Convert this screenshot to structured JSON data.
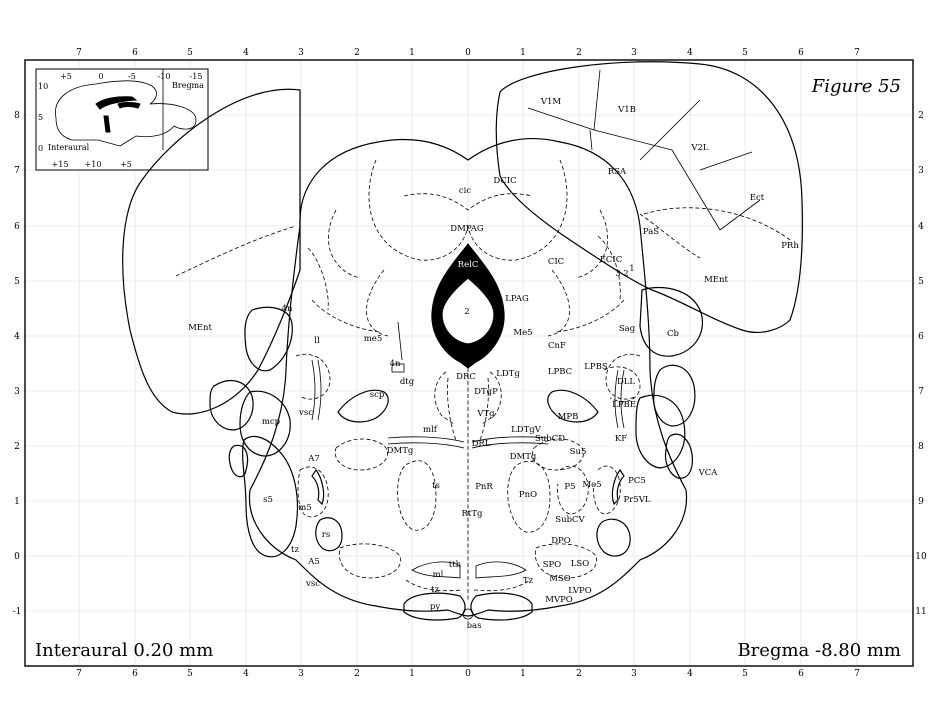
{
  "figure_title": "Figure 55",
  "interaural_caption": "Interaural 0.20 mm",
  "bregma_caption": "Bregma -8.80 mm",
  "top_ticks": [
    "7",
    "6",
    "5",
    "4",
    "3",
    "2",
    "1",
    "0",
    "1",
    "2",
    "3",
    "4",
    "5",
    "6",
    "7"
  ],
  "bottom_ticks": [
    "7",
    "6",
    "5",
    "4",
    "3",
    "2",
    "1",
    "0",
    "1",
    "2",
    "3",
    "4",
    "5",
    "6",
    "7"
  ],
  "left_ticks": [
    "8",
    "7",
    "6",
    "5",
    "4",
    "3",
    "2",
    "1",
    "0",
    "-1"
  ],
  "right_ticks": [
    "2",
    "3",
    "4",
    "5",
    "6",
    "7",
    "8",
    "9",
    "10",
    "11"
  ],
  "inset": {
    "top_ticks": [
      "+5",
      "0",
      "-5",
      "-10",
      "-15"
    ],
    "bottom_ticks": [
      "+15",
      "+10",
      "+5"
    ],
    "left_ticks": [
      "10",
      "5",
      "0"
    ],
    "bregma_label": "Bregma",
    "interaural_label": "Interaural"
  },
  "regions": {
    "v1m": "V1M",
    "v1b": "V1B",
    "v2l": "V2L",
    "rsa": "RSA",
    "ect": "Ect",
    "prh": "PRh",
    "ment_r": "MEnt",
    "ment_l": "MEnt",
    "pas": "PaS",
    "dcic": "DCIC",
    "cic_lbl": "cic",
    "dmpag": "DMPAG",
    "cic": "CIC",
    "ecic": "ECIC",
    "ecic3": "3",
    "ecic2": "2",
    "ecic1": "1",
    "relc": "RelC",
    "aq2": "2",
    "lpag": "LPAG",
    "me5_r": "Me5",
    "me5_l": "me5",
    "cnf": "CnF",
    "sag": "Sag",
    "cb": "Cb",
    "ll": "ll",
    "ln_4": "4n",
    "nucl_4": "4n",
    "dtg": "dtg",
    "drc": "DRC",
    "ldtg": "LDTg",
    "lpbc": "LPBC",
    "lpbs": "LPBS",
    "dll": "DLL",
    "scp": "scp",
    "dtgp": "DTgP",
    "vtg": "VTg",
    "mpb": "MPB",
    "lpbe": "LPBE",
    "vsc": "vsc",
    "mcp": "mcp",
    "mlf": "mlf",
    "ldtgv": "LDTgV",
    "subcd": "SubCD",
    "kf": "KF",
    "drl": "DRL",
    "dmtg_l": "DMTg",
    "dmtg_r": "DMTg",
    "su5": "Su5",
    "vca": "VCA",
    "a7": "A7",
    "ts": "ts",
    "pnr": "PnR",
    "pno": "PnO",
    "p5": "P5",
    "mo5": "Mo5",
    "pc5": "PC5",
    "pr5vl": "Pr5VL",
    "s5": "s5",
    "m5": "m5",
    "rttg": "RtTg",
    "subcv": "SubCV",
    "rs": "rs",
    "dpo": "DPO",
    "tz_lbl": "tz",
    "a5": "A5",
    "tth": "tth",
    "spo": "SPO",
    "lso": "LSO",
    "vsc2": "vsc",
    "ml": "ml",
    "tz_r": "Tz",
    "mso": "MSO",
    "tz_l": "tz",
    "lvpo": "LVPO",
    "mvpo": "MVPO",
    "py": "py",
    "bas": "bas"
  }
}
